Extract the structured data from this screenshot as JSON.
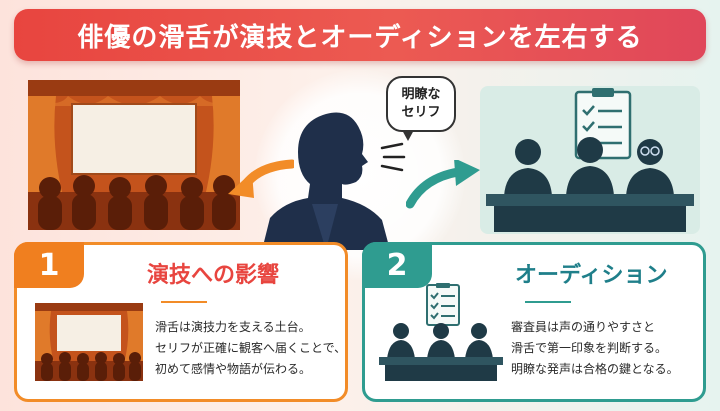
{
  "title": "俳優の滑舌が演技とオーディションを左右する",
  "speech_bubble": {
    "line1": "明瞭な",
    "line2": "セリフ"
  },
  "panels": [
    {
      "number": "1",
      "title": "演技への影響",
      "lines": [
        "滑舌は演技力を支える土台。",
        "セリフが正確に観客へ届くことで、",
        "初めて感情や物語が伝わる。"
      ]
    },
    {
      "number": "2",
      "title": "オーディション",
      "lines": [
        "審査員は声の通りやすさと",
        "滑舌で第一印象を判断する。",
        "明瞭な発声は合格の鍵となる。"
      ]
    }
  ],
  "colors": {
    "title_bg": "#e8453f",
    "orange_accent": "#f28c28",
    "teal_accent": "#2f9c90",
    "silhouette": "#1f2f4a"
  },
  "icons": [
    "theater-stage-icon",
    "actor-silhouette-icon",
    "judges-panel-icon",
    "clipboard-checklist-icon",
    "arrow-left-icon",
    "arrow-right-icon"
  ]
}
